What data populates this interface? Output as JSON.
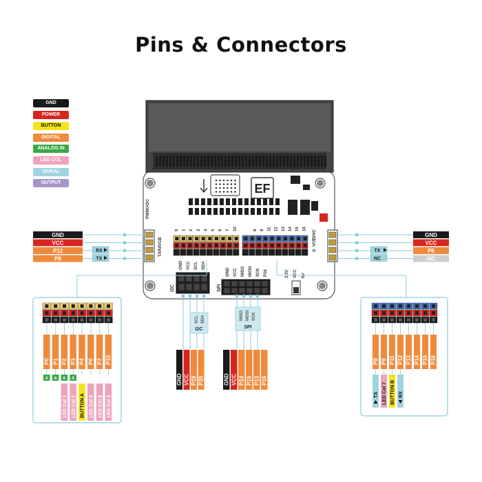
{
  "title": "Pins & Connectors",
  "legend": [
    {
      "label": "GND",
      "color": "#1a1a1a",
      "text": "#ffffff"
    },
    {
      "label": "POWER",
      "color": "#d7251f",
      "text": "#ffffff"
    },
    {
      "label": "BUTTON",
      "color": "#f5e21c",
      "text": "#111111"
    },
    {
      "label": "DIGITAL",
      "color": "#ef8a3c",
      "text": "#ffffff"
    },
    {
      "label": "ANALOG IN",
      "color": "#3aa845",
      "text": "#ffffff"
    },
    {
      "label": "LED COL",
      "color": "#eea3bc",
      "text": "#ffffff"
    },
    {
      "label": "SERIAL",
      "color": "#9fd4df",
      "text": "#ffffff"
    },
    {
      "label": "OUTPUT",
      "color": "#a695c8",
      "text": "#ffffff"
    }
  ],
  "left_connector": {
    "labels": [
      "GND",
      "VCC",
      "P12",
      "P8"
    ],
    "tags": [
      "RX",
      "TX"
    ],
    "board_labels": [
      "G",
      "VCC",
      "RX",
      "TX"
    ]
  },
  "right_connector": {
    "labels": [
      "GND",
      "VCC",
      "P8",
      "NC"
    ],
    "tags": [
      "TX",
      "NC"
    ],
    "board_labels": [
      "G",
      "VCC",
      "TX",
      "NC"
    ]
  },
  "board": {
    "top_numbers": [
      "0",
      "1",
      "2",
      "3",
      "4",
      "5",
      "6",
      "7",
      "10"
    ],
    "right_numbers": [
      "8",
      "9",
      "11",
      "12",
      "13",
      "14",
      "15",
      "16"
    ],
    "i2c_labels": [
      "GND",
      "VCC",
      "SCL",
      "SDA"
    ],
    "i2c_name": "I2C",
    "spi_labels": [
      "GND",
      "VCC",
      "MISO",
      "MOSI",
      "SCK",
      "P16"
    ],
    "spi_name": "SPI",
    "power_labels": [
      "3.3V",
      "VCC",
      "5V"
    ],
    "pwm_label": "PWM/ADC",
    "logo": "EF"
  },
  "i2c_detail": {
    "tags": [
      "SCL",
      "SDA"
    ],
    "name": "I2C",
    "labels": [
      "GND",
      "VCC",
      "P19",
      "P20"
    ]
  },
  "spi_detail": {
    "tags": [
      "MISO",
      "MOSI",
      "SCK"
    ],
    "name": "SPI",
    "labels": [
      "GND",
      "VCC",
      "P14",
      "P15",
      "P13",
      "P16"
    ]
  },
  "left_box": {
    "pins": [
      "P0",
      "P1",
      "P2",
      "P3",
      "P4",
      "P6",
      "P7",
      "P10"
    ],
    "analog": [
      "A",
      "A",
      "A",
      "A"
    ],
    "functions": [
      "LED Col 1",
      "LED Col 2",
      "BUTTON A",
      "LED Col 9",
      "LED Col 8",
      "LED Col 3"
    ]
  },
  "right_box": {
    "pins": [
      "P8",
      "P9",
      "P11",
      "P12",
      "P13",
      "P14",
      "P15",
      "P16"
    ],
    "functions": [
      "TX",
      "LED Col 7",
      "BUTTON B",
      "RX"
    ]
  }
}
